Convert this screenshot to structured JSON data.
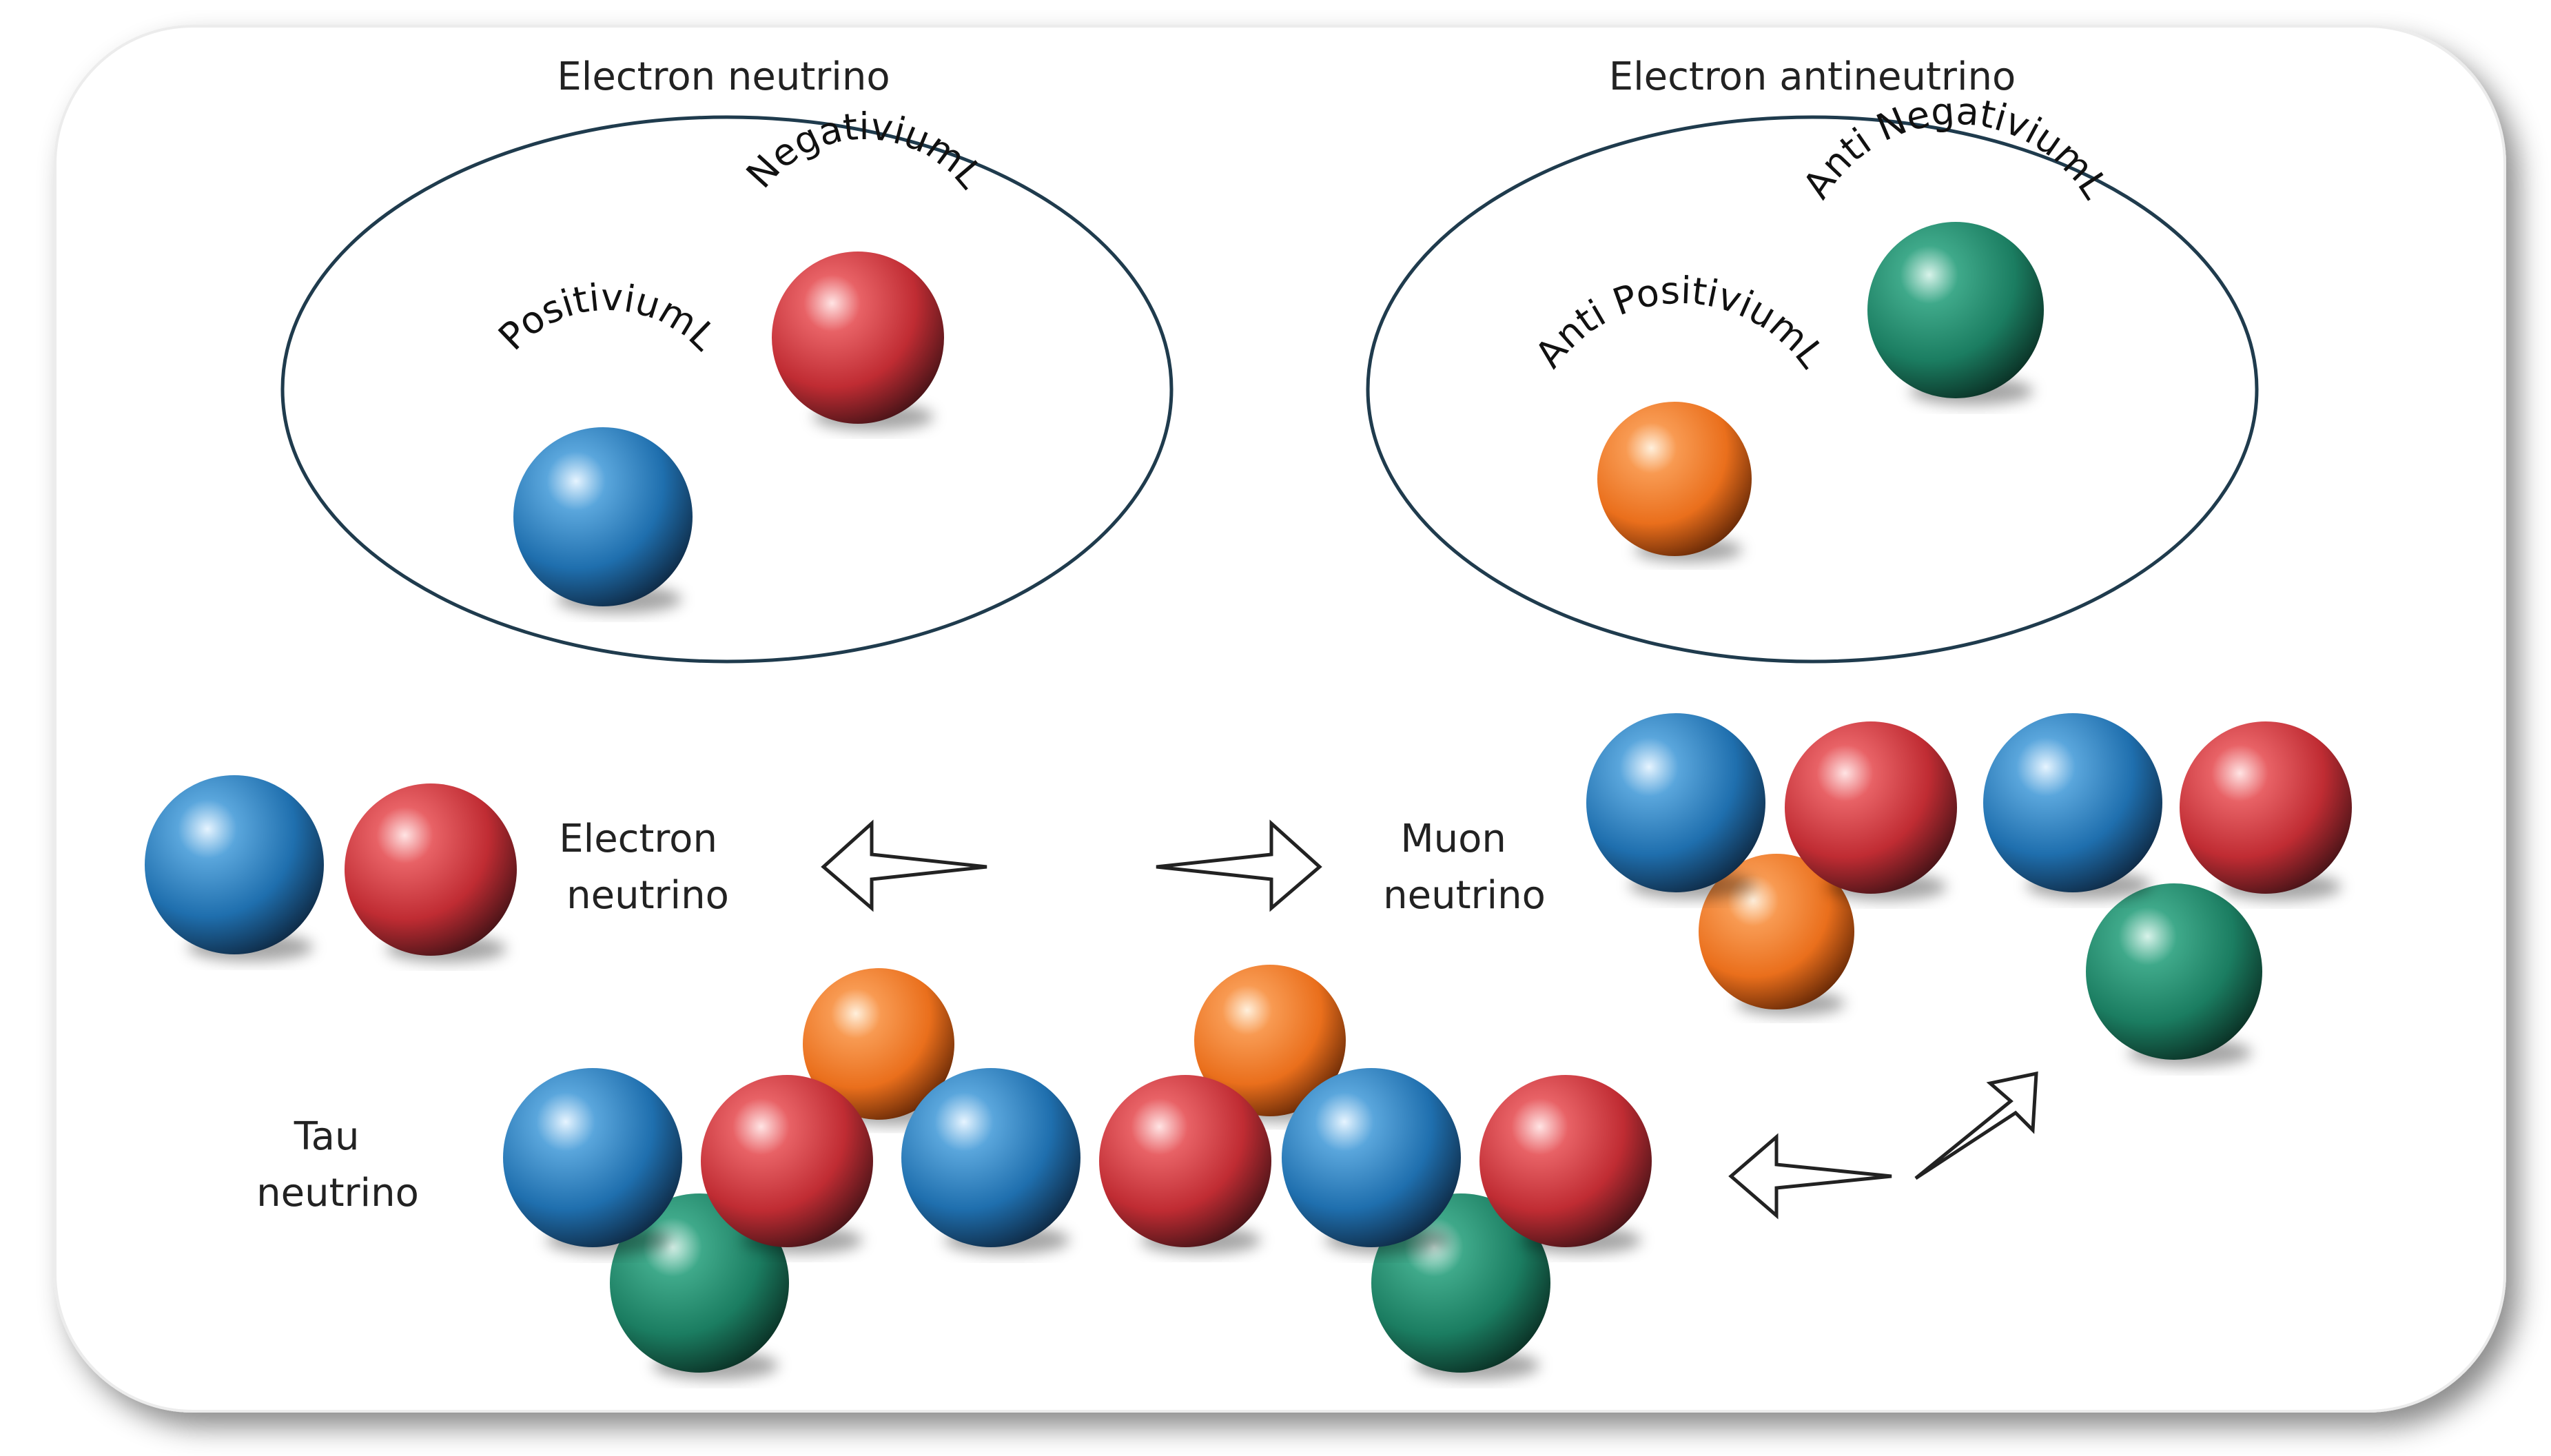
{
  "diagram": {
    "top_left": {
      "heading": "Electron neutrino",
      "label_red": "NegativiumL",
      "label_blue": "PositiviumL"
    },
    "top_right": {
      "heading": "Electron antineutrino",
      "label_green": "Anti NegativiumL",
      "label_orange": "Anti PositiviumL"
    },
    "middle": {
      "electron_line1": "Electron",
      "electron_line2": "neutrino",
      "muon_line1": "Muon",
      "muon_line2": "neutrino"
    },
    "bottom": {
      "tau_line1": "Tau",
      "tau_line2": "neutrino"
    },
    "colors": {
      "blue": "#2f7fc1",
      "red": "#d1363c",
      "green": "#1f8f6e",
      "orange": "#f07d2a",
      "outline": "#1f3b4d"
    }
  }
}
